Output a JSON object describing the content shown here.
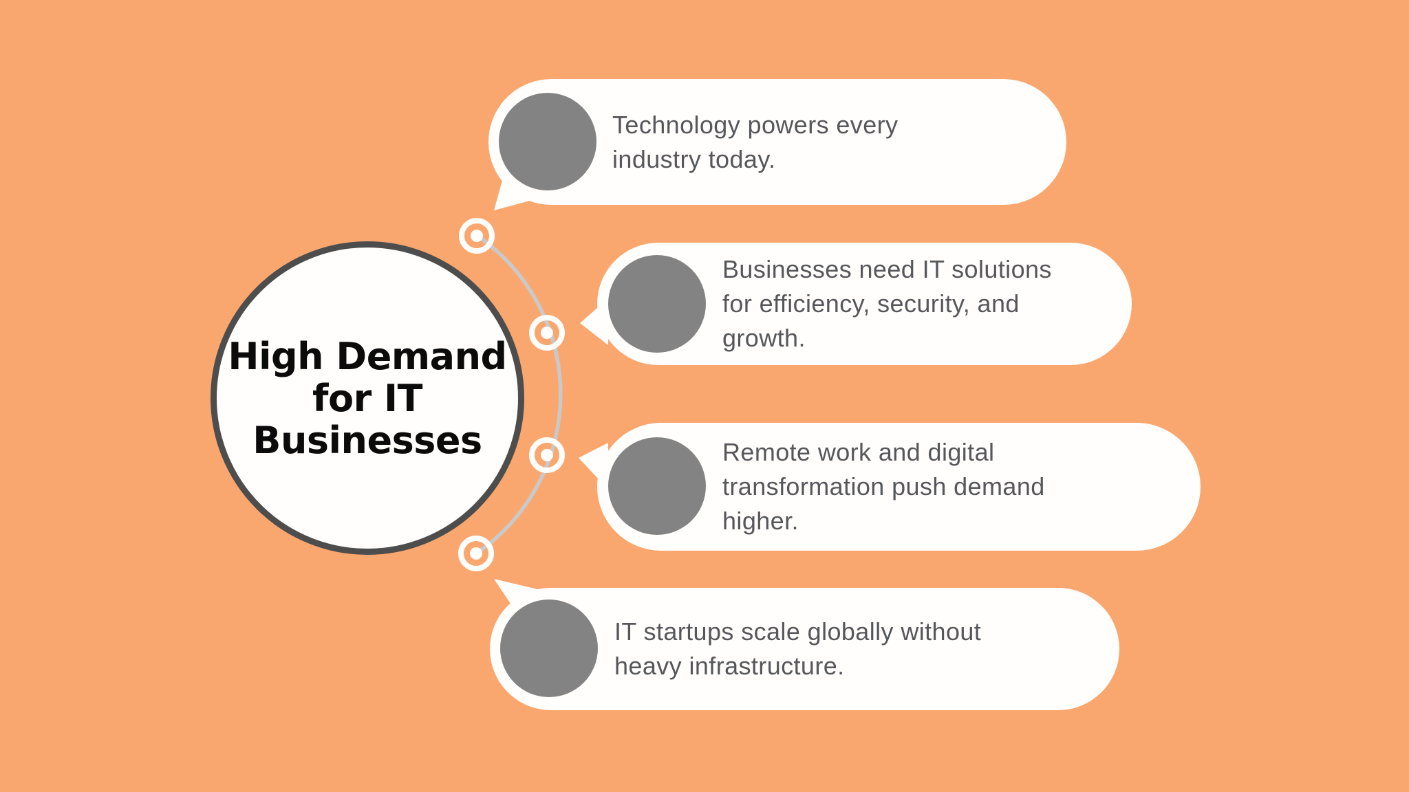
{
  "center": {
    "title_lines": [
      "High Demand",
      "for IT",
      "Businesses"
    ]
  },
  "bubbles": [
    {
      "lines": [
        "Technology powers every",
        "industry today."
      ]
    },
    {
      "lines": [
        "Businesses need IT solutions",
        "for efficiency, security, and",
        "growth."
      ]
    },
    {
      "lines": [
        "Remote work and digital",
        "transformation push demand",
        "higher."
      ]
    },
    {
      "lines": [
        "IT startups scale globally without",
        "heavy infrastructure."
      ]
    }
  ],
  "icons": {
    "bubble_icon": "avatar-placeholder-circle",
    "node_icon": "timeline-node-bullseye",
    "connector": "curved-arc-line"
  },
  "colors": {
    "background": "#F9A76F",
    "bubble_background": "#FFFEFC",
    "bubble_text": "#56575B",
    "bubble_icon_gray": "#838383",
    "center_circle_fill": "#FFFEFC",
    "center_circle_border": "#4D4D4D",
    "title_text": "#0B0B0B",
    "arc_line": "#C9C9C9",
    "node_ring": "#FFFEFC"
  }
}
